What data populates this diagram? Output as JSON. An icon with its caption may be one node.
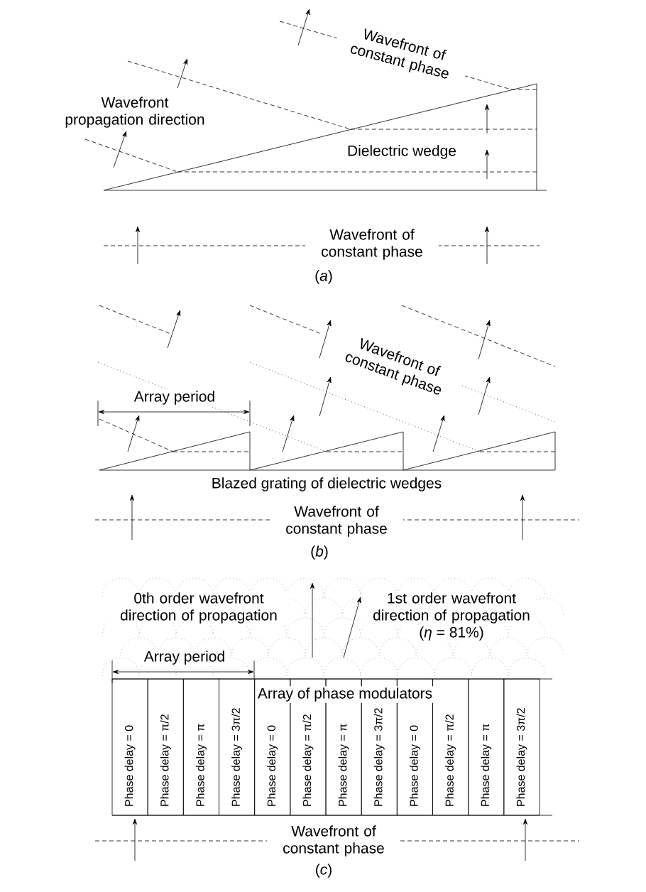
{
  "diagram": {
    "nodes": [
      {
        "text": [
          "Phase delay = 0"
        ]
      },
      {
        "text": [
          "Phase delay = π/2"
        ]
      },
      {
        "text": [
          "Phase delay = π"
        ]
      },
      {
        "text": [
          "Phase delay = 3π/2"
        ]
      },
      {
        "text": [
          "Phase delay = 0"
        ]
      },
      {
        "text": [
          "Phase delay = π/2"
        ]
      },
      {
        "text": [
          "Phase delay = π"
        ]
      },
      {
        "text": [
          "Phase delay = 3π/2"
        ]
      },
      {
        "text": [
          "Phase delay = 0"
        ]
      },
      {
        "text": [
          "Phase delay = π/2"
        ]
      },
      {
        "text": [
          "Phase delay = π"
        ]
      },
      {
        "text": [
          "Phase delay = 3π/2"
        ]
      }
    ],
    "labels": [
      "Wavefront of constant phase",
      "Wavefront propagation direction",
      "Dielectric wedge",
      "Wavefront of constant phase",
      "(*a*)",
      "Wavefront of constant phase",
      "Array period",
      "Blazed grating of dielectric wedges",
      "Wavefront of constant phase",
      "(*b*)",
      "0th order wavefront direction of propagation",
      "1st order wavefront direction of propagation",
      "(*η* = 81%)",
      "Array period",
      "Array of phase modulators",
      "Wavefront of constant phase",
      "(*c*)"
    ]
  }
}
